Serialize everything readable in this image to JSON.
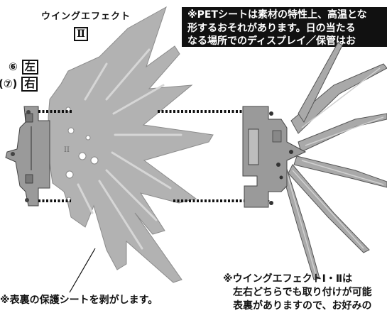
{
  "wing_title": "ウイングエフェクト",
  "wing_number": "Ⅱ",
  "wing_mark": "II",
  "warning_lines": [
    "※PETシートは素材の特性上、高温とな",
    "形するおそれがあります。日の当たる",
    "なる場所でのディスプレイ／保管はお"
  ],
  "part_labels": [
    {
      "num": "⑥",
      "side": "左"
    },
    {
      "num": "(⑦)",
      "side": "右"
    }
  ],
  "note_right": [
    "※ウイングエフェクトⅠ・Ⅱは",
    "左右どちらでも取り付けが可能",
    "表裏がありますので、お好みの"
  ],
  "note_left": "※表裏の保護シートを剥がします。",
  "colors": {
    "sheet": "#b2b2b2",
    "part": "#9a9a9a",
    "text": "#111111",
    "banner": "#111111"
  }
}
